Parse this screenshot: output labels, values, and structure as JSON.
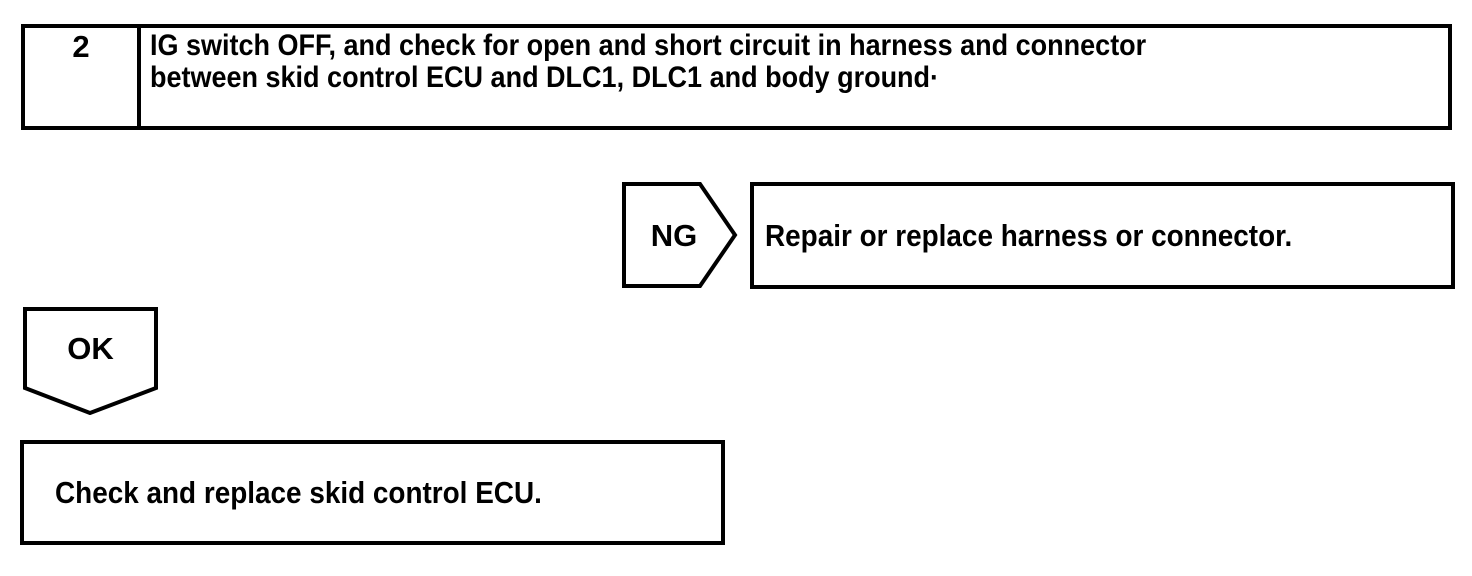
{
  "canvas": {
    "background": "#ffffff",
    "line_color": "#000000"
  },
  "step_box": {
    "number": "2",
    "instruction_lines": [
      "IG switch OFF, and check for open and short circuit in harness and connector",
      "between skid control ECU and DLC1, DLC1 and body ground·"
    ]
  },
  "ng_branch": {
    "label": "NG",
    "action": "Repair or replace harness or connector."
  },
  "ok_branch": {
    "label": "OK",
    "action": "Check and replace skid control ECU."
  }
}
